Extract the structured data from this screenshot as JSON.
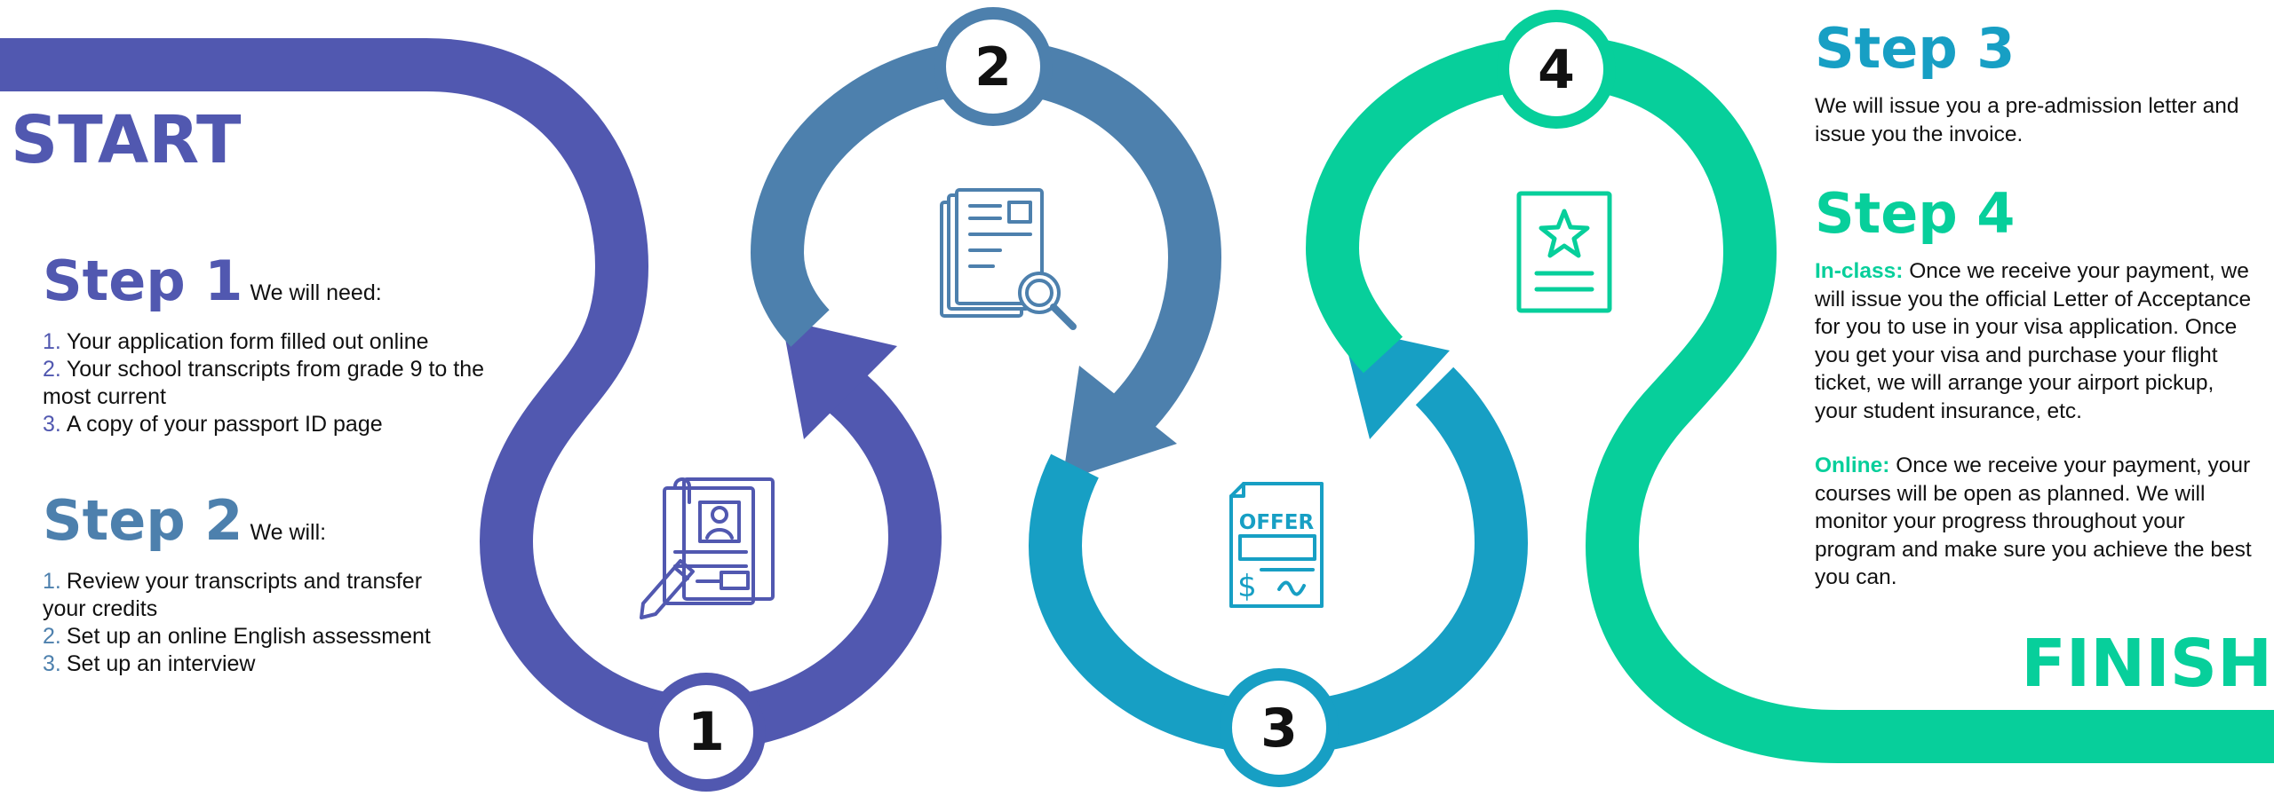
{
  "colors": {
    "purple": "#5158b0",
    "steel_blue": "#4d80ad",
    "cyan": "#179fc4",
    "green": "#07cf9b"
  },
  "labels": {
    "start": "START",
    "finish": "FINISH"
  },
  "markers": [
    "1",
    "2",
    "3",
    "4"
  ],
  "icons": [
    "application-form-icon",
    "document-search-icon",
    "offer-letter-icon",
    "certificate-star-icon"
  ],
  "offer_icon_text": "OFFER",
  "step1": {
    "heading": "Step 1",
    "sub": "We will need:",
    "items": [
      {
        "num": "1.",
        "text": "Your application form filled out online"
      },
      {
        "num": "2.",
        "text": "Your school transcripts from grade 9 to the most current"
      },
      {
        "num": "3.",
        "text": "A copy of your passport ID page"
      }
    ]
  },
  "step2": {
    "heading": "Step 2",
    "sub": "We will:",
    "items": [
      {
        "num": "1.",
        "text": "Review your transcripts and transfer your credits"
      },
      {
        "num": "2.",
        "text": "Set up an online English assessment"
      },
      {
        "num": "3.",
        "text": "Set up an interview"
      }
    ]
  },
  "step3": {
    "heading": "Step 3",
    "text": "We will issue you a pre-admission letter and issue you the invoice."
  },
  "step4": {
    "heading": "Step 4",
    "inclass_label": "In-class:",
    "inclass_text": "Once we receive your payment, we will issue you the official Letter of Acceptance for you to use in your visa application. Once you get your visa and purchase your flight ticket, we will arrange your airport pickup, your student insurance, etc.",
    "online_label": "Online:",
    "online_text": "Once we receive your payment, your courses will be open as planned. We will monitor your progress throughout your program and make sure you achieve the best you can."
  }
}
